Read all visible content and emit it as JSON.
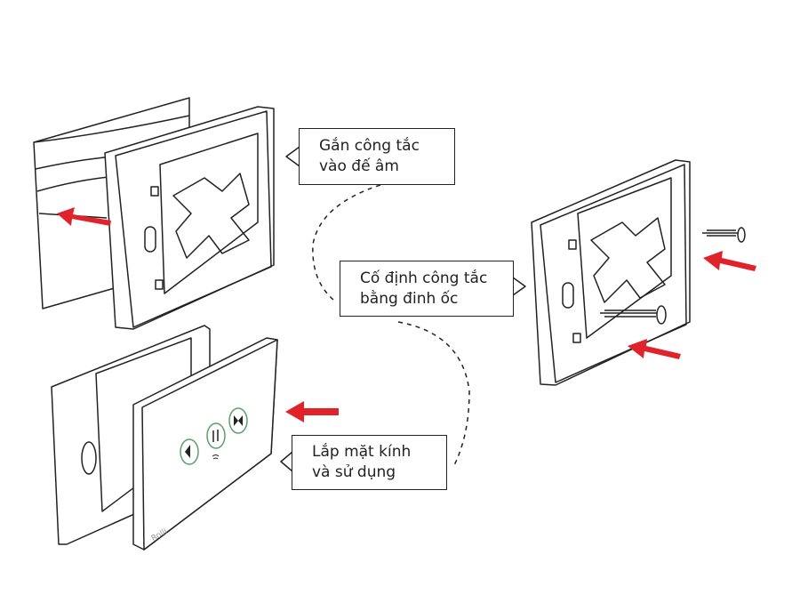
{
  "steps": [
    {
      "line1": "Gắn công tắc",
      "line2": "vào đế âm"
    },
    {
      "line1": "Cố định công tắc",
      "line2": "bằng đinh ốc"
    },
    {
      "line1": "Lắp mặt kính",
      "line2": "và sử dụng"
    }
  ],
  "brand_logo": "Rolli",
  "colors": {
    "arrow": "#e0222a",
    "line": "#222222",
    "button_ring": "#5aa06a"
  }
}
